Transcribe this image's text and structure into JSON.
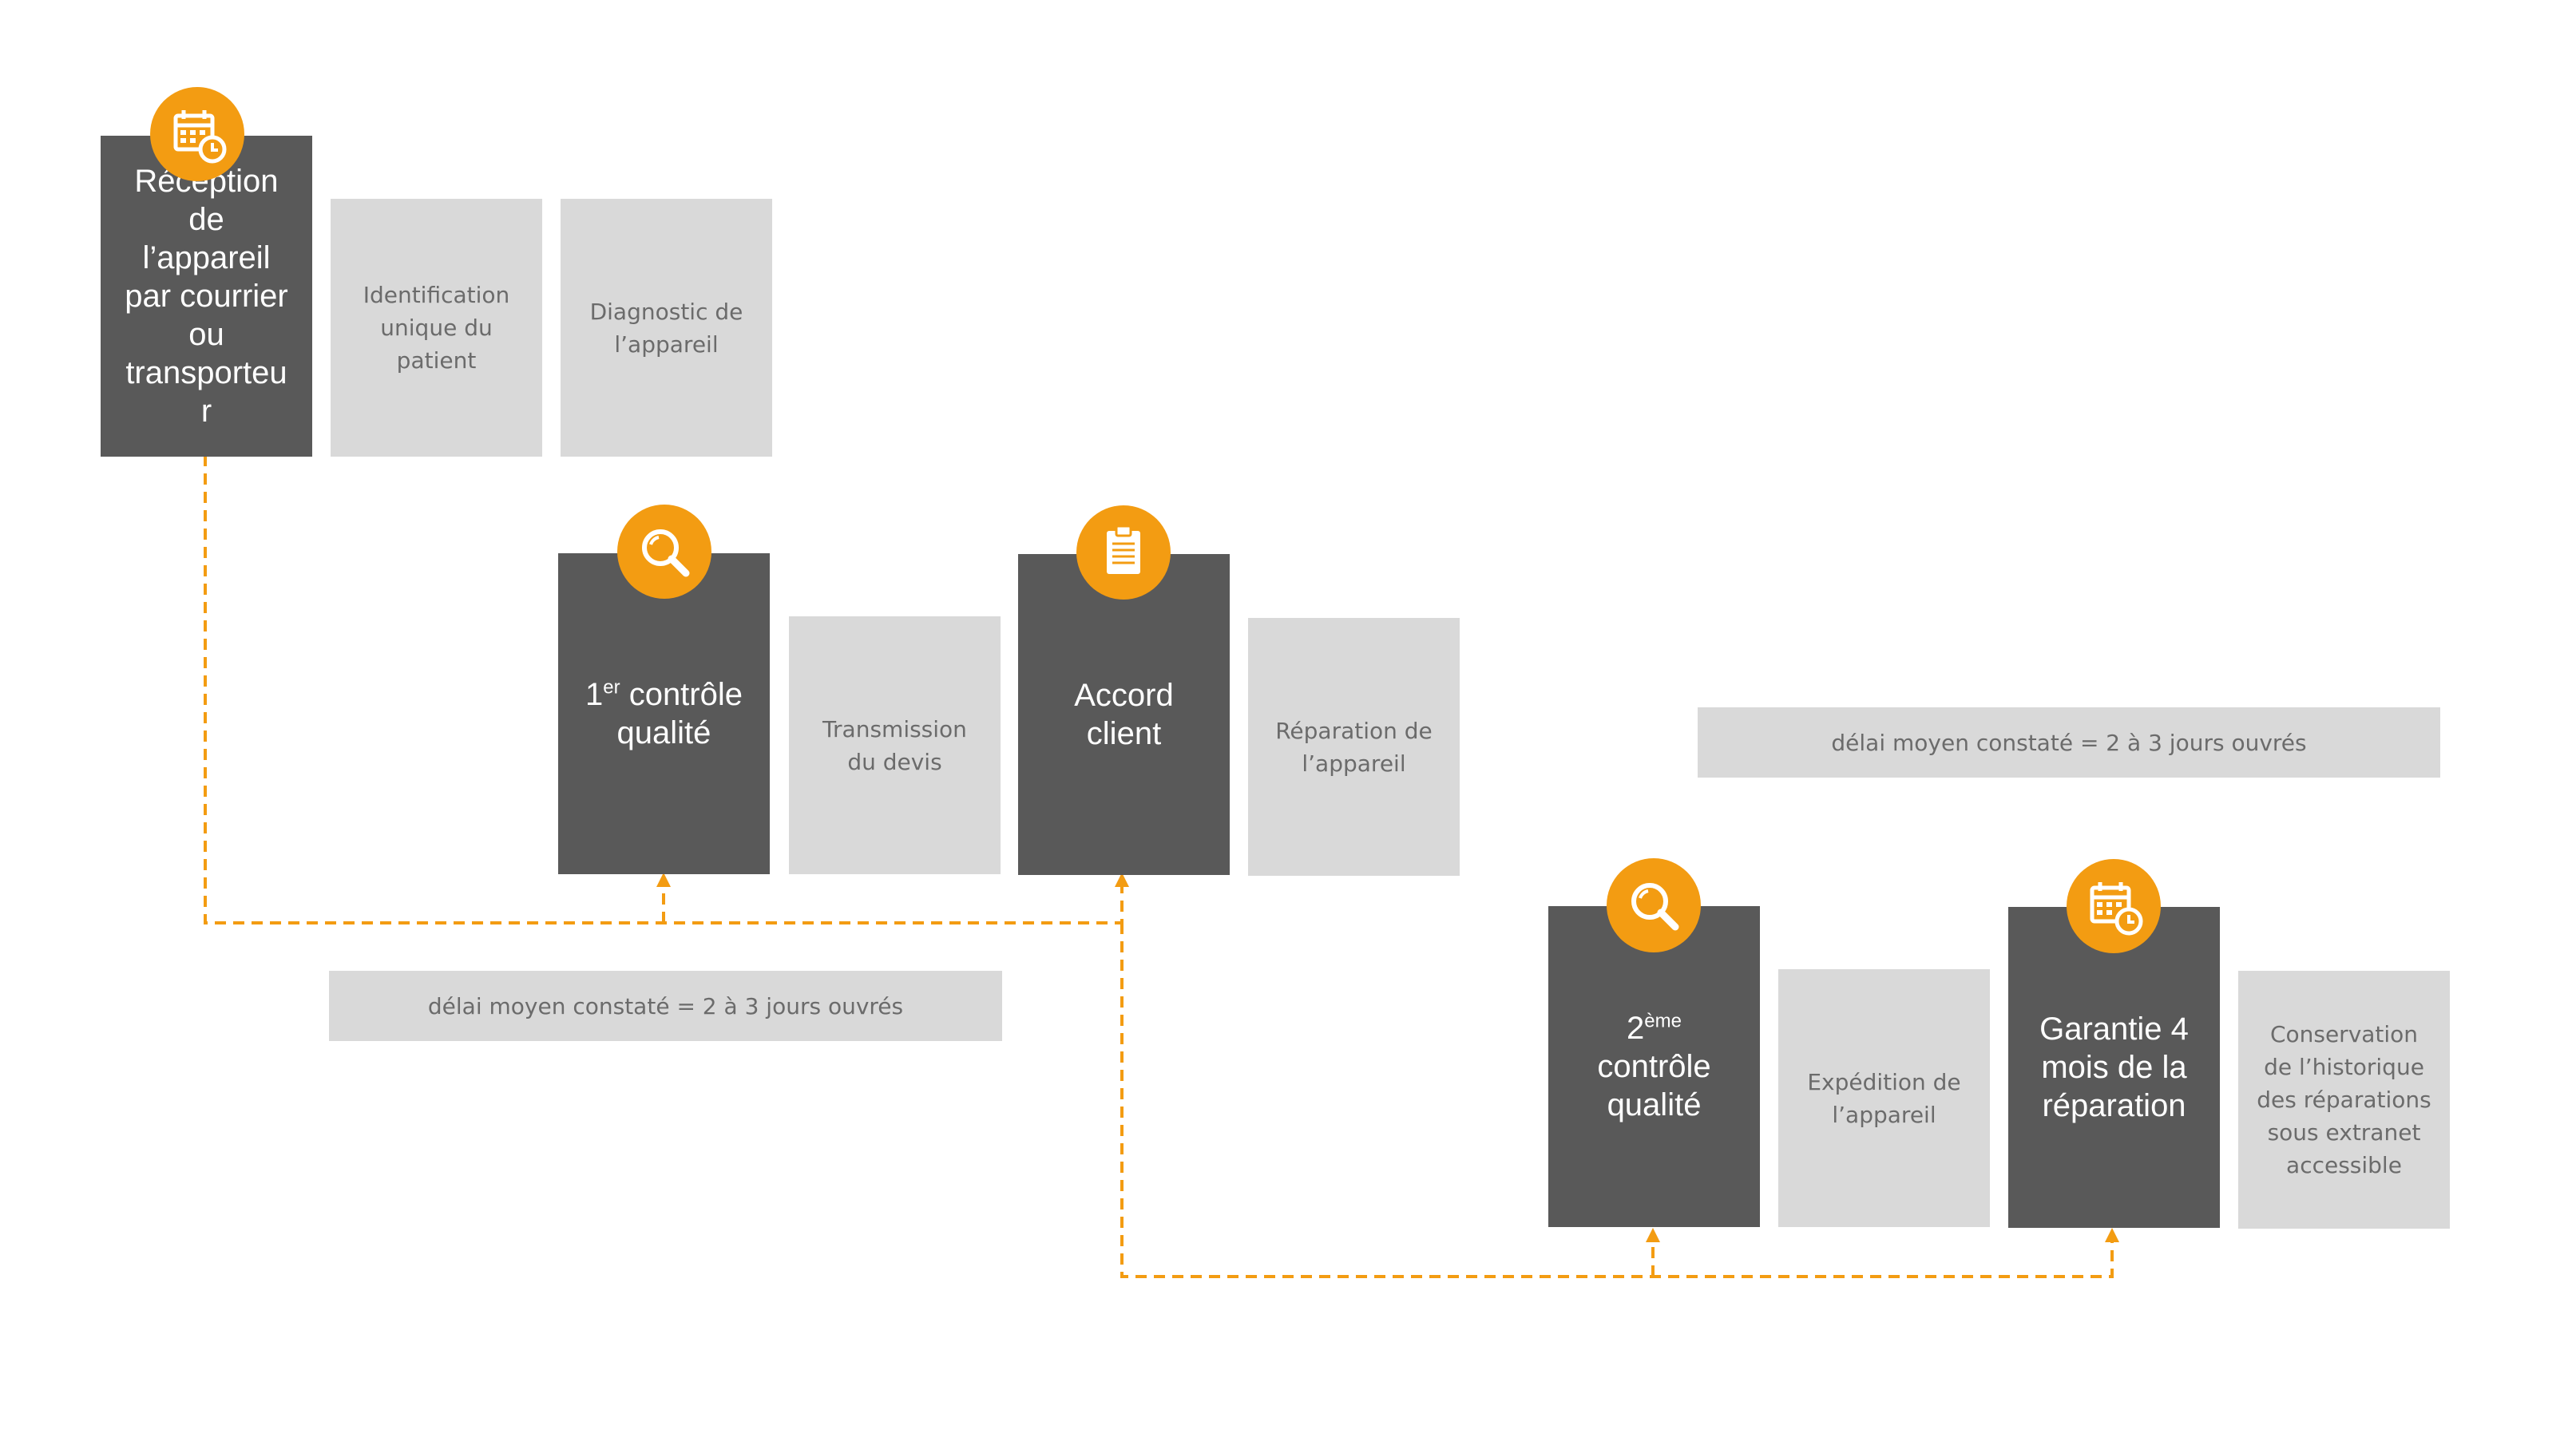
{
  "colors": {
    "dark_box": "#595959",
    "light_box": "#d9d9d9",
    "accent": "#f39c12",
    "light_text": "#6b6b6b"
  },
  "steps": {
    "reception": "Réception\nde\nl’appareil\npar courrier\nou\ntransporteu\nr",
    "identification": "Identification\nunique du\npatient",
    "diagnostic": "Diagnostic de\nl’appareil",
    "controle1_num": "1",
    "controle1_sup": "er",
    "controle1_rest": " contrôle",
    "controle1_line2": "qualité",
    "transmission": "Transmission\ndu devis",
    "accord": "Accord\nclient",
    "reparation": "Réparation de\nl’appareil",
    "controle2_num": "2",
    "controle2_sup": "ème",
    "controle2_line2": "contrôle\nqualité",
    "expedition": "Expédition de\nl’appareil",
    "garantie": "Garantie 4\nmois de la\nréparation",
    "conservation": "Conservation\nde l’historique\ndes réparations\nsous extranet\naccessible"
  },
  "delays": {
    "first": "délai moyen constaté = 2 à 3 jours ouvrés",
    "second": "délai moyen constaté = 2 à 3 jours ouvrés"
  },
  "icons": [
    "calendar-clock-icon",
    "magnifier-icon",
    "clipboard-icon",
    "magnifier-icon",
    "calendar-clock-icon"
  ]
}
